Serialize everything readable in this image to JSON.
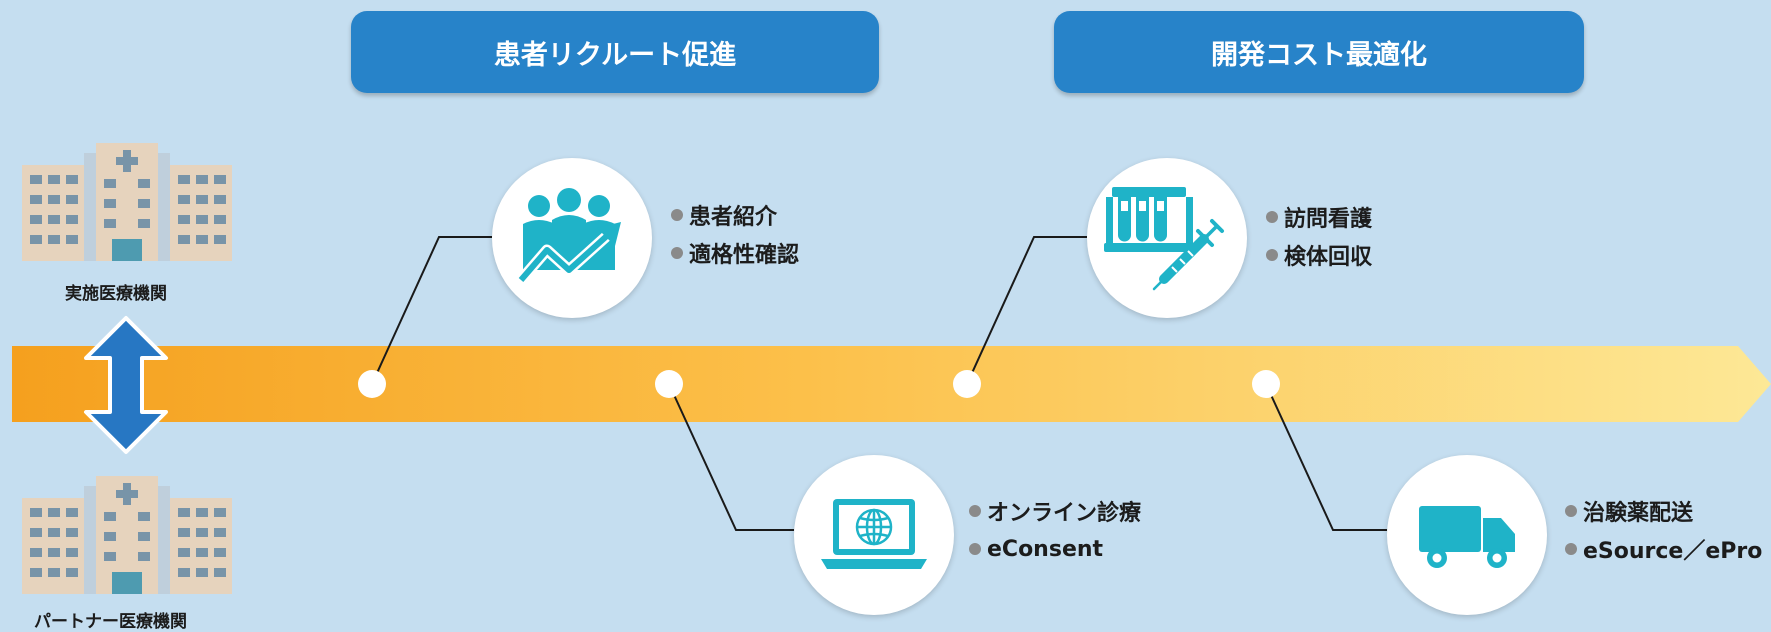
{
  "headers": {
    "left": "患者リクルート促進",
    "right": "開発コスト最適化"
  },
  "institutions": {
    "top_label": "実施医療機関",
    "bottom_label": "パートナー医療機関"
  },
  "nodes": [
    {
      "icon": "people-growth-icon",
      "items": [
        "患者紹介",
        "適格性確認"
      ]
    },
    {
      "icon": "laptop-globe-icon",
      "items": [
        "オンライン診療",
        "eConsent"
      ]
    },
    {
      "icon": "test-tubes-syringe-icon",
      "items": [
        "訪問看護",
        "検体回収"
      ]
    },
    {
      "icon": "delivery-truck-icon",
      "items": [
        "治験薬配送",
        "eSource／ePro"
      ]
    }
  ],
  "colors": {
    "header_bg": "#2783c9",
    "icon_teal": "#1fb3c8",
    "timeline_start": "#f5a01e",
    "timeline_end": "#fde896",
    "background": "#c5def0",
    "arrow_blue": "#2777c3"
  }
}
